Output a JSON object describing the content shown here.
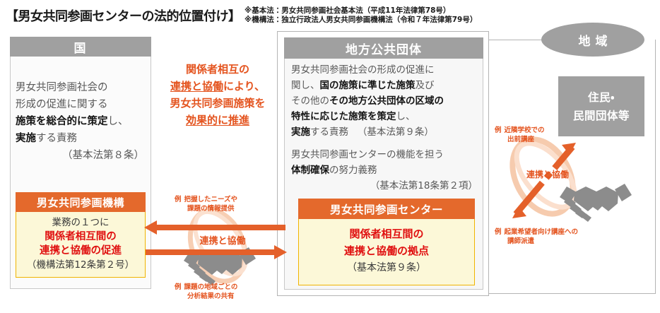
{
  "header": {
    "title": "【男女共同参画センターの法的位置付け】",
    "note1": "※基本法：男女共同参画社会基本法（平成11年法律第78号）",
    "note2": "※機構法：独立行政法人男女共同参画機構法（令和７年法律第79号）"
  },
  "kuni": {
    "header_label": "国",
    "body_line1": "男女共同参画社会の",
    "body_line2": "形成の促進に関する",
    "body_line3_bold": "施策を総合的に策定",
    "body_line3_rest": "し、",
    "body_line4_bold": "実施",
    "body_line4_rest": "する責務",
    "article": "（基本法第８条）"
  },
  "kikou": {
    "header_label": "男女共同参画機構",
    "line1": "業務の１つに",
    "line2_red": "関係者相互間の",
    "line3_red": "連携と協働の促進",
    "article": "（機構法第12条第２号）"
  },
  "center_statement": {
    "line1": "関係者相互の",
    "line2_underline": "連携と協働",
    "line2_rest": "により、",
    "line3": "男女共同参画施策を",
    "line4_underline": "効果的に推進"
  },
  "chihou": {
    "header_label": "地方公共団体",
    "p1_seg1": "男女共同参画社会の形成の促進に",
    "p1_seg2": "関し、",
    "p1_seg3_bold": "国の施策に準じた施策",
    "p1_seg4": "及び",
    "p1_seg5": "その他の",
    "p1_seg6_bold": "その地方公共団体の区域の",
    "p1_seg7_bold": "特性に応じた施策を策定",
    "p1_seg8": "し、",
    "p1_seg9_bold": "実施",
    "p1_seg10": "する責務",
    "p1_article": "（基本法第９条）",
    "p2_line1": "男女共同参画センターの機能を担う",
    "p2_line2_bold": "体制確保",
    "p2_line2_rest": "の努力義務",
    "p2_article": "（基本法第18条第２項）"
  },
  "center_card": {
    "header_label": "男女共同参画センター",
    "line1_red": "関係者相互間の",
    "line2_red": "連携と協働の拠点",
    "article": "（基本法第９条）"
  },
  "chiiki": {
    "ellipse_label": "地域",
    "jumin_line1": "住民・",
    "jumin_line2": "民間団体等"
  },
  "examples": {
    "needs_mark": "例",
    "needs_line1": "把握したニーズや",
    "needs_line2": "課題の情報提供",
    "analysis_mark": "例",
    "analysis_line1": "課題の地域ごとの",
    "analysis_line2": "分析結果の共有",
    "school_mark": "例",
    "school_line1": "近隣学校での",
    "school_line2": "出前講座",
    "lecturer_mark": "例",
    "lecturer_line1": "起業希望者向け講座への",
    "lecturer_line2": "講師派遣"
  },
  "labels": {
    "renkei_center": "連携と協働",
    "renkei_right": "連携と協働"
  },
  "colors": {
    "orange": "#e4692c",
    "orange_text": "#e4541f",
    "red": "#e01010",
    "gray_header": "#a0a0a0",
    "cream": "#fcf8d8",
    "gold_border": "#f0b400"
  }
}
